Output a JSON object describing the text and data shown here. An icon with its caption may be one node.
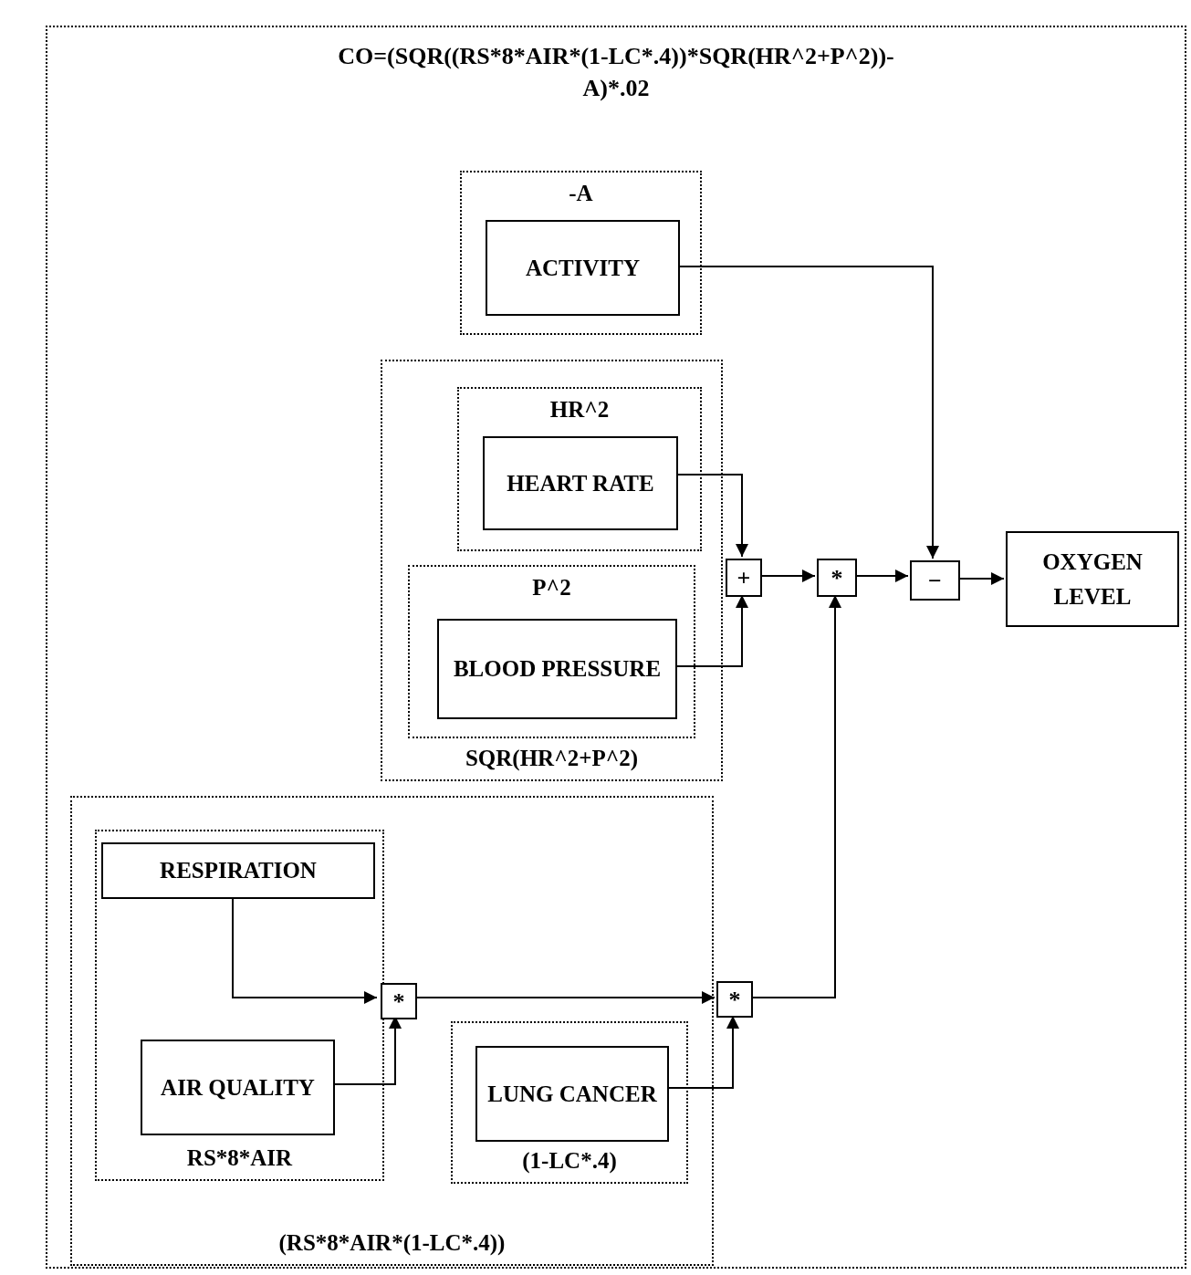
{
  "diagram": {
    "nodes": [
      {
        "text": [
          "CO=(SQR((RS*8*AIR*(1-LC*.4))*SQR(HR^2+P^2))-A)*.02"
        ]
      },
      {
        "text": [
          "-A"
        ],
        "in": 0
      },
      {
        "text": [
          "ACTIVITY"
        ],
        "in": 1
      },
      {
        "text": [
          "SQR(HR^2+P^2)"
        ],
        "in": 0
      },
      {
        "text": [
          "HR^2"
        ],
        "in": 3
      },
      {
        "text": [
          "HEART RATE"
        ],
        "in": 4
      },
      {
        "text": [
          "P^2"
        ],
        "in": 3
      },
      {
        "text": [
          "BLOOD PRESSURE"
        ],
        "in": 6
      },
      {
        "text": [
          "(RS*8*AIR*(1-LC*.4))"
        ],
        "in": 0
      },
      {
        "text": [
          "RS*8*AIR"
        ],
        "in": 8
      },
      {
        "text": [
          "RESPIRATION"
        ],
        "in": 9
      },
      {
        "text": [
          "AIR QUALITY"
        ],
        "in": 9
      },
      {
        "text": [
          "*"
        ],
        "in": 8
      },
      {
        "text": [
          "(1-LC*.4)"
        ],
        "in": 8
      },
      {
        "text": [
          "LUNG CANCER"
        ],
        "in": 13
      },
      {
        "text": [
          "*"
        ],
        "in": 0
      },
      {
        "text": [
          "+"
        ],
        "in": 0
      },
      {
        "text": [
          "*"
        ],
        "in": 0
      },
      {
        "text": [
          "−"
        ],
        "in": 0
      },
      {
        "text": [
          "OXYGEN LEVEL"
        ],
        "in": 0
      }
    ],
    "edges": [
      {
        "from": 2,
        "to": 18,
        "arrow": "to"
      },
      {
        "from": 5,
        "to": 16,
        "arrow": "to"
      },
      {
        "from": 7,
        "to": 16,
        "arrow": "to"
      },
      {
        "from": 16,
        "to": 17,
        "arrow": "to"
      },
      {
        "from": 17,
        "to": 18,
        "arrow": "to"
      },
      {
        "from": 18,
        "to": 19,
        "arrow": "to"
      },
      {
        "from": 10,
        "to": 12,
        "arrow": "to"
      },
      {
        "from": 11,
        "to": 12,
        "arrow": "to"
      },
      {
        "from": 12,
        "to": 15,
        "arrow": "to"
      },
      {
        "from": 14,
        "to": 15,
        "arrow": "to"
      },
      {
        "from": 15,
        "to": 17,
        "arrow": "to"
      }
    ]
  }
}
